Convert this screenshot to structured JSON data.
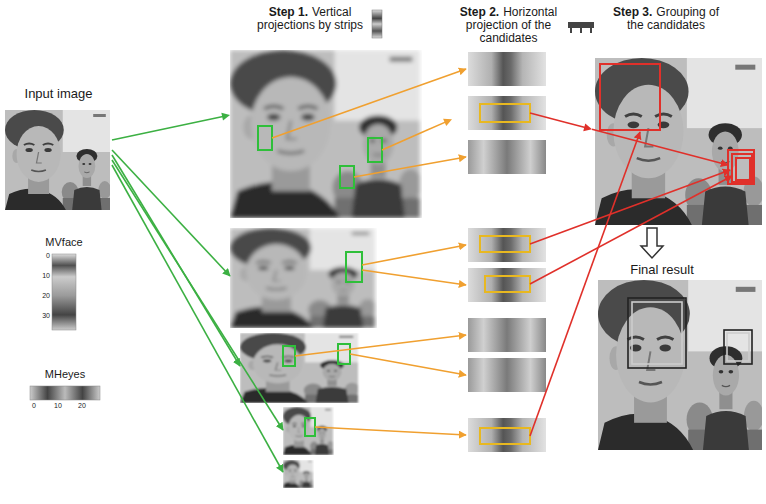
{
  "diagram": {
    "nodes": [
      {
        "text": [
          "Input image"
        ]
      },
      {
        "text": [
          "Step 1.",
          "Vertical projections by strips"
        ]
      },
      {
        "text": [
          "Step 2.",
          "Horizontal projection of the candidates"
        ]
      },
      {
        "text": [
          "Step 3.",
          "Grouping of the candidates"
        ]
      },
      {
        "text": [
          "Final result"
        ]
      }
    ],
    "edges": [
      {
        "from": 0,
        "to": 1,
        "arrow": "to"
      },
      {
        "from": 1,
        "to": 2,
        "arrow": "to"
      },
      {
        "from": 2,
        "to": 3,
        "arrow": "to"
      },
      {
        "from": 3,
        "to": 4,
        "arrow": "to"
      }
    ],
    "labels": [
      "MVface",
      "0",
      "10",
      "20",
      "30",
      "MHeyes",
      "0",
      "10",
      "20"
    ]
  }
}
